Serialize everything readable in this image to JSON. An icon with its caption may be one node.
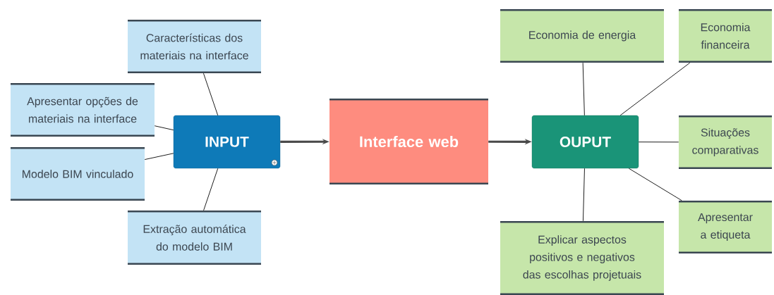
{
  "diagram": {
    "nodes": [
      {
        "text": [
          "INPUT"
        ]
      },
      {
        "text": [
          "Interface web"
        ]
      },
      {
        "text": [
          "OUPUT"
        ]
      },
      {
        "text": [
          "Características dos materiais na interface"
        ]
      },
      {
        "text": [
          "Apresentar opções de materiais  na interface"
        ]
      },
      {
        "text": [
          "Modelo BIM vinculado"
        ]
      },
      {
        "text": [
          "Extração automática do modelo BIM"
        ]
      },
      {
        "text": [
          "Economia de energia"
        ]
      },
      {
        "text": [
          "Economia financeira"
        ]
      },
      {
        "text": [
          "Situações comparativas"
        ]
      },
      {
        "text": [
          "Apresentar a etiqueta"
        ]
      },
      {
        "text": [
          "Explicar  aspectos positivos e negativos das escolhas projetuais"
        ]
      }
    ],
    "edges": [
      {
        "from": 0,
        "to": 3,
        "arrow": "none"
      },
      {
        "from": 0,
        "to": 4,
        "arrow": "none"
      },
      {
        "from": 0,
        "to": 5,
        "arrow": "none"
      },
      {
        "from": 0,
        "to": 6,
        "arrow": "none"
      },
      {
        "from": 0,
        "to": 1,
        "arrow": "to",
        "style": "thick"
      },
      {
        "from": 1,
        "to": 2,
        "arrow": "to",
        "style": "thick"
      },
      {
        "from": 2,
        "to": 7,
        "arrow": "none"
      },
      {
        "from": 2,
        "to": 8,
        "arrow": "none"
      },
      {
        "from": 2,
        "to": 9,
        "arrow": "none"
      },
      {
        "from": 2,
        "to": 10,
        "arrow": "none"
      },
      {
        "from": 2,
        "to": 11,
        "arrow": "none"
      }
    ]
  }
}
